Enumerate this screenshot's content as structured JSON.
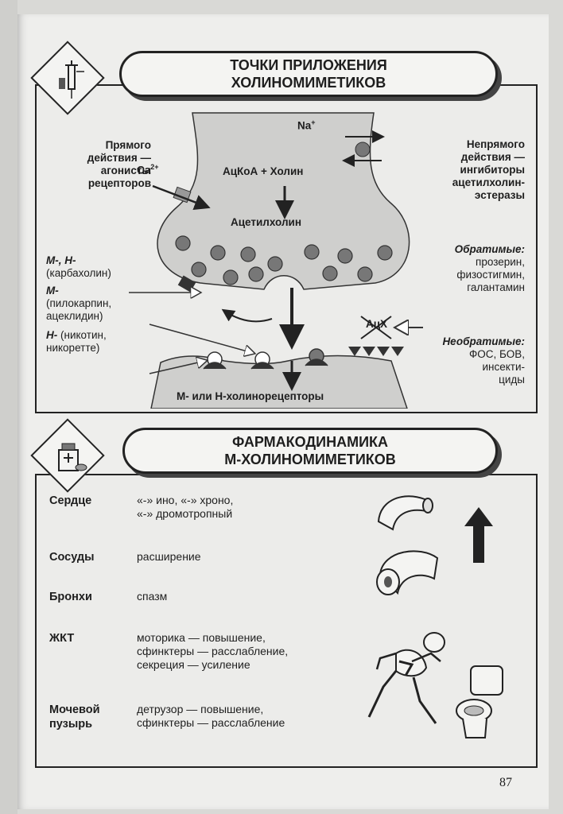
{
  "section1": {
    "title_line1": "ТОЧКИ ПРИЛОЖЕНИЯ",
    "title_line2": "ХОЛИНОМИМЕТИКОВ",
    "direct": [
      "Прямого",
      "действия —",
      "агонисты",
      "рецепторов"
    ],
    "indirect": [
      "Непрямого",
      "действия —",
      "ингибиторы",
      "ацетилхолин-",
      "эстеразы"
    ],
    "ca": "Ca",
    "ca_sup": "2+",
    "na": "Na",
    "na_sup": "+",
    "acetyl_coa": "АцКоА + Холин",
    "acetylcholine": "Ацетилхолин",
    "m_h_label": "М-, Н-",
    "carbachol": "(карбахолин)",
    "m_label": "М-",
    "pilocarpine": "(пилокарпин,",
    "aceclidine": "ацеклидин)",
    "h_label": "Н-",
    "nicotine": " (никотин,",
    "nicorette": "никоретте)",
    "reversible_label": "Обратимые:",
    "reversible": [
      "прозерин,",
      "физостигмин,",
      "галантамин"
    ],
    "ache": "АцХ",
    "irreversible_label": "Необратимые:",
    "irreversible": [
      "ФОС, БОВ,",
      "инсекти-",
      "циды"
    ],
    "receptors": "М- или Н-холинорецепторы"
  },
  "section2": {
    "title_line1": "ФАРМАКОДИНАМИКА",
    "title_line2": "М-ХОЛИНОМИМЕТИКОВ",
    "rows": [
      {
        "organ": "Сердце",
        "effect": [
          "«-» ино, «-» хроно,",
          "«-» дромотропный"
        ]
      },
      {
        "organ": "Сосуды",
        "effect": [
          "расширение"
        ]
      },
      {
        "organ": "Бронхи",
        "effect": [
          "спазм"
        ]
      },
      {
        "organ": "ЖКТ",
        "effect": [
          "моторика — повышение,",
          "сфинктеры — расслабление,",
          "секреция — усиление"
        ]
      },
      {
        "organ_line1": "Мочевой",
        "organ_line2": "пузырь",
        "effect": [
          "детрузор — повышение,",
          "сфинктеры — расслабление"
        ]
      }
    ]
  },
  "page_number": "87"
}
